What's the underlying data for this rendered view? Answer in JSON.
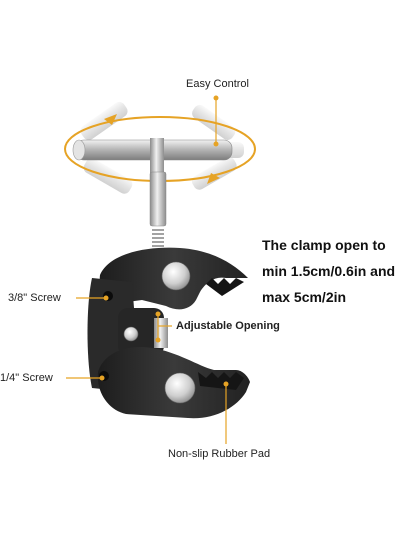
{
  "labels": {
    "easy_control": "Easy Control",
    "screw_38": "3/8\" Screw",
    "adjustable_opening": "Adjustable Opening",
    "screw_14": "1/4\" Screw",
    "rubber_pad": "Non-slip Rubber Pad"
  },
  "spec": {
    "line1": "The clamp open to",
    "line2": "min 1.5cm/0.6in and",
    "line3": "max 5cm/2in"
  },
  "colors": {
    "accent": "#e6a325",
    "clamp_body": "#2b2b2b",
    "metal": "#c9c9c9"
  }
}
